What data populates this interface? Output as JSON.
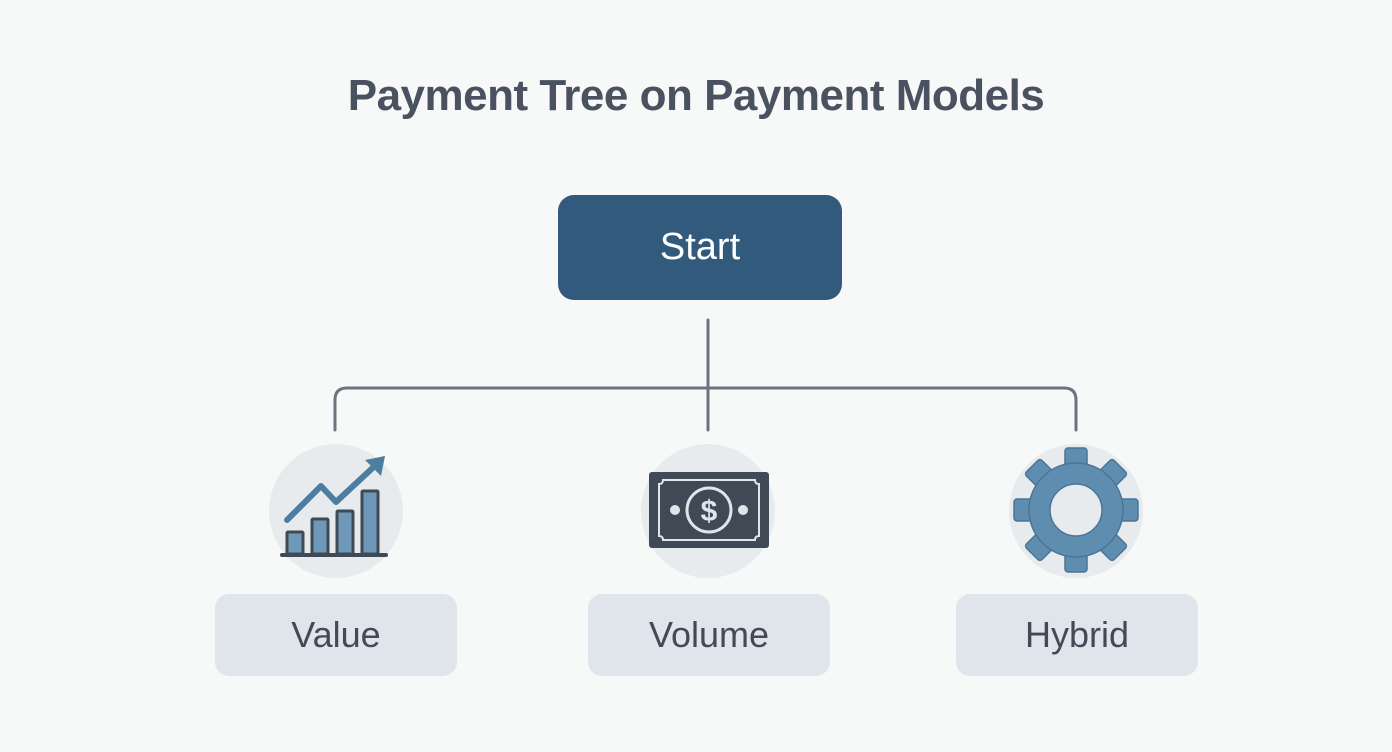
{
  "title": "Payment Tree on Payment Models",
  "root": {
    "label": "Start",
    "color": "#325a7c"
  },
  "branches": [
    {
      "label": "Value",
      "icon": "growth-chart-icon"
    },
    {
      "label": "Volume",
      "icon": "dollar-bill-icon"
    },
    {
      "label": "Hybrid",
      "icon": "gear-icon"
    }
  ],
  "colors": {
    "connector": "#6d7480",
    "icon_blue": "#5f8db0",
    "icon_dark": "#3f4a56"
  }
}
